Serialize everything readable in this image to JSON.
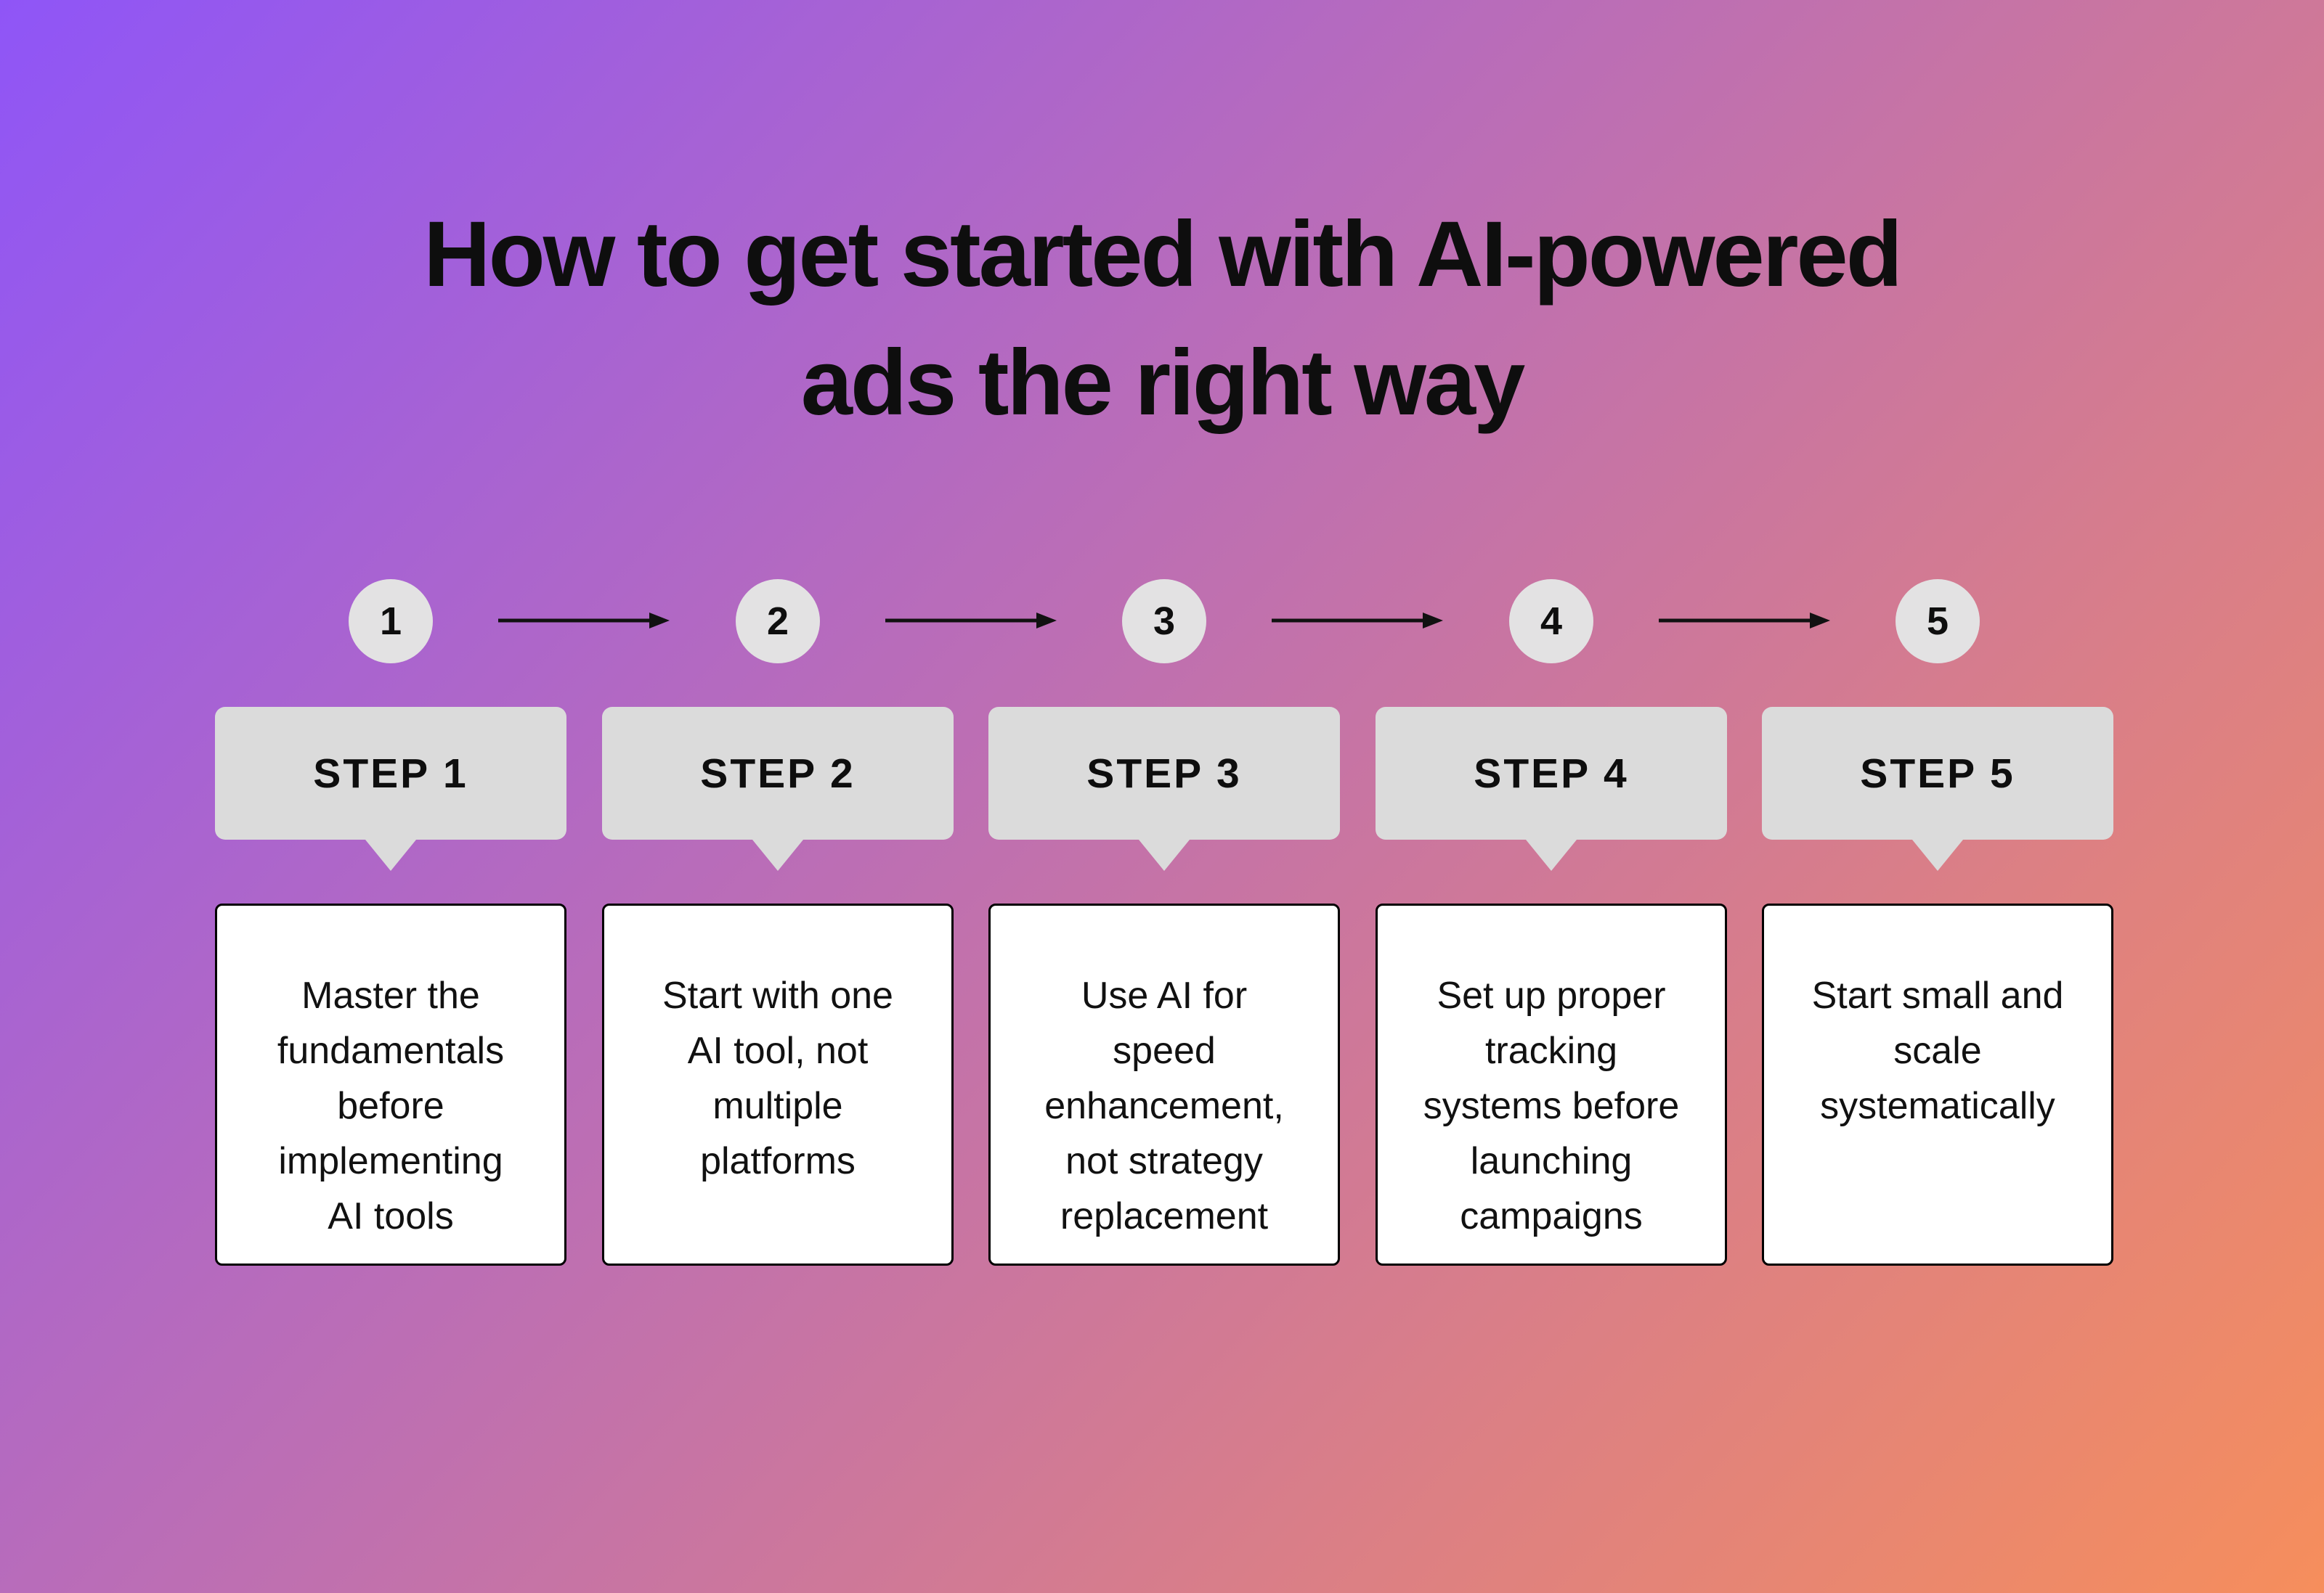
{
  "title": {
    "line1": "How to get started with AI-powered",
    "line2": "ads the right way"
  },
  "colors": {
    "gradient_start": "#8F55F7",
    "gradient_mid": "#C372AA",
    "gradient_end": "#F68E5C",
    "bubble_gray": "#DBDBDB",
    "circle_gray": "#E3E2E3",
    "card_background": "#FFFFFF",
    "card_border": "#000000",
    "text": "#0E0E0E"
  },
  "flow": {
    "arrow_icon": "arrow-right"
  },
  "steps": [
    {
      "number": "1",
      "label": "STEP 1",
      "description": "Master the\nfundamentals\nbefore\nimplementing\nAI tools"
    },
    {
      "number": "2",
      "label": "STEP 2",
      "description": "Start with one\nAI tool, not\nmultiple\nplatforms"
    },
    {
      "number": "3",
      "label": "STEP 3",
      "description": "Use AI for\nspeed\nenhancement,\nnot strategy\nreplacement"
    },
    {
      "number": "4",
      "label": "STEP 4",
      "description": "Set up proper\ntracking\nsystems before\nlaunching\ncampaigns"
    },
    {
      "number": "5",
      "label": "STEP 5",
      "description": "Start small and\nscale\nsystematically"
    }
  ]
}
